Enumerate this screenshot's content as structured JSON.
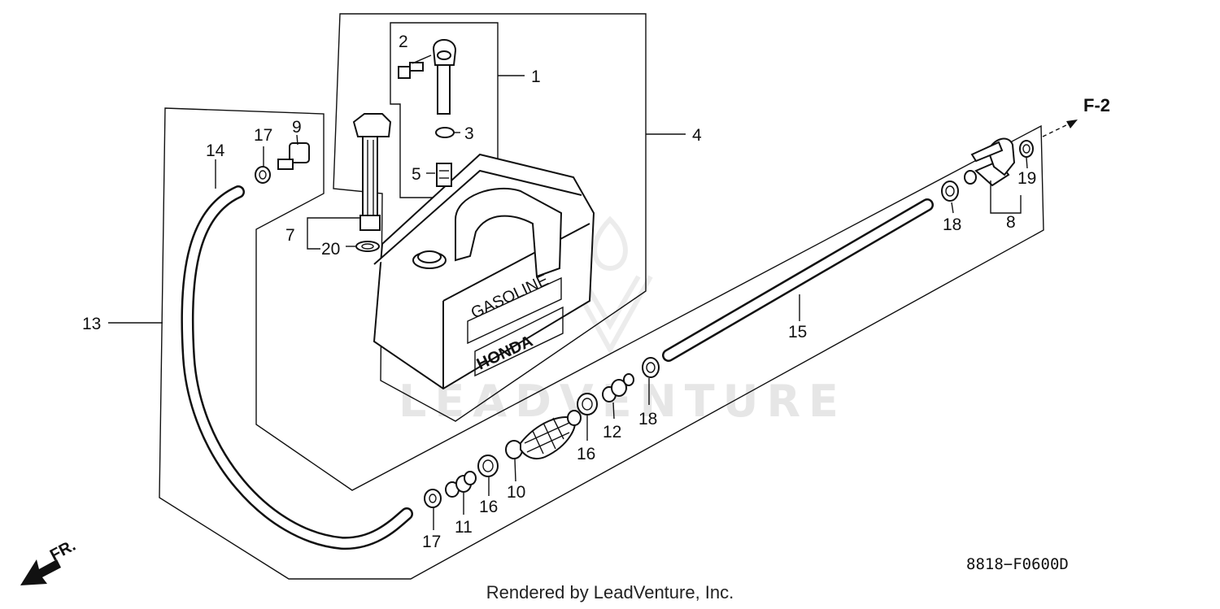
{
  "diagram": {
    "watermark": "LEADVENTURE",
    "page_ref": "F-2",
    "front_marker": "FR.",
    "tank_labels": {
      "top": "GASOLINE",
      "brand": "HONDA"
    },
    "drawing_code": "8818−F0600D",
    "callouts": {
      "c1": "1",
      "c2": "2",
      "c3": "3",
      "c4": "4",
      "c5": "5",
      "c7": "7",
      "c8": "8",
      "c9": "9",
      "c10": "10",
      "c11": "11",
      "c12": "12",
      "c13": "13",
      "c14": "14",
      "c15": "15",
      "c16a": "16",
      "c16b": "16",
      "c17a": "17",
      "c17b": "17",
      "c18a": "18",
      "c18b": "18",
      "c19": "19",
      "c20": "20"
    }
  },
  "footer": {
    "text": "Rendered by LeadVenture, Inc."
  }
}
